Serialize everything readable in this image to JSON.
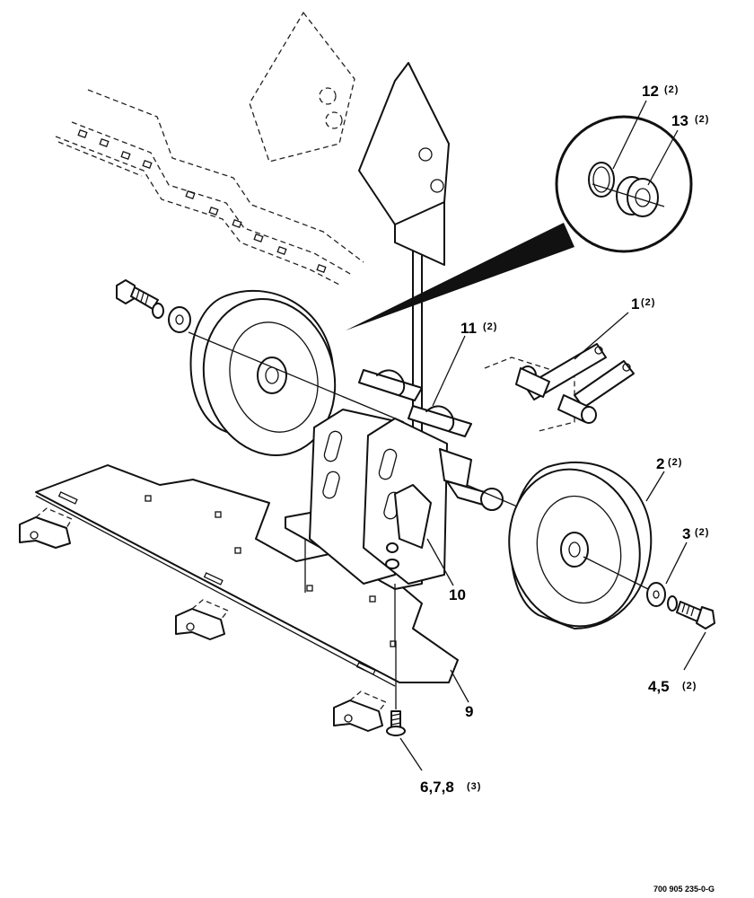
{
  "callouts": [
    {
      "id": "c12",
      "num": "12",
      "qty": "(2)"
    },
    {
      "id": "c13",
      "num": "13",
      "qty": "(2)"
    },
    {
      "id": "c1",
      "num": "1",
      "qty": "(2)"
    },
    {
      "id": "c11",
      "num": "11",
      "qty": "(2)"
    },
    {
      "id": "c2",
      "num": "2",
      "qty": "(2)"
    },
    {
      "id": "c3",
      "num": "3",
      "qty": "(2)"
    },
    {
      "id": "c45",
      "num": "4,5",
      "qty": "(2)"
    },
    {
      "id": "c10",
      "num": "10",
      "qty": ""
    },
    {
      "id": "c9",
      "num": "9",
      "qty": ""
    },
    {
      "id": "c678",
      "num": "6,7,8",
      "qty": "(3)"
    }
  ],
  "drawing_code": "700 905 235-0-G"
}
